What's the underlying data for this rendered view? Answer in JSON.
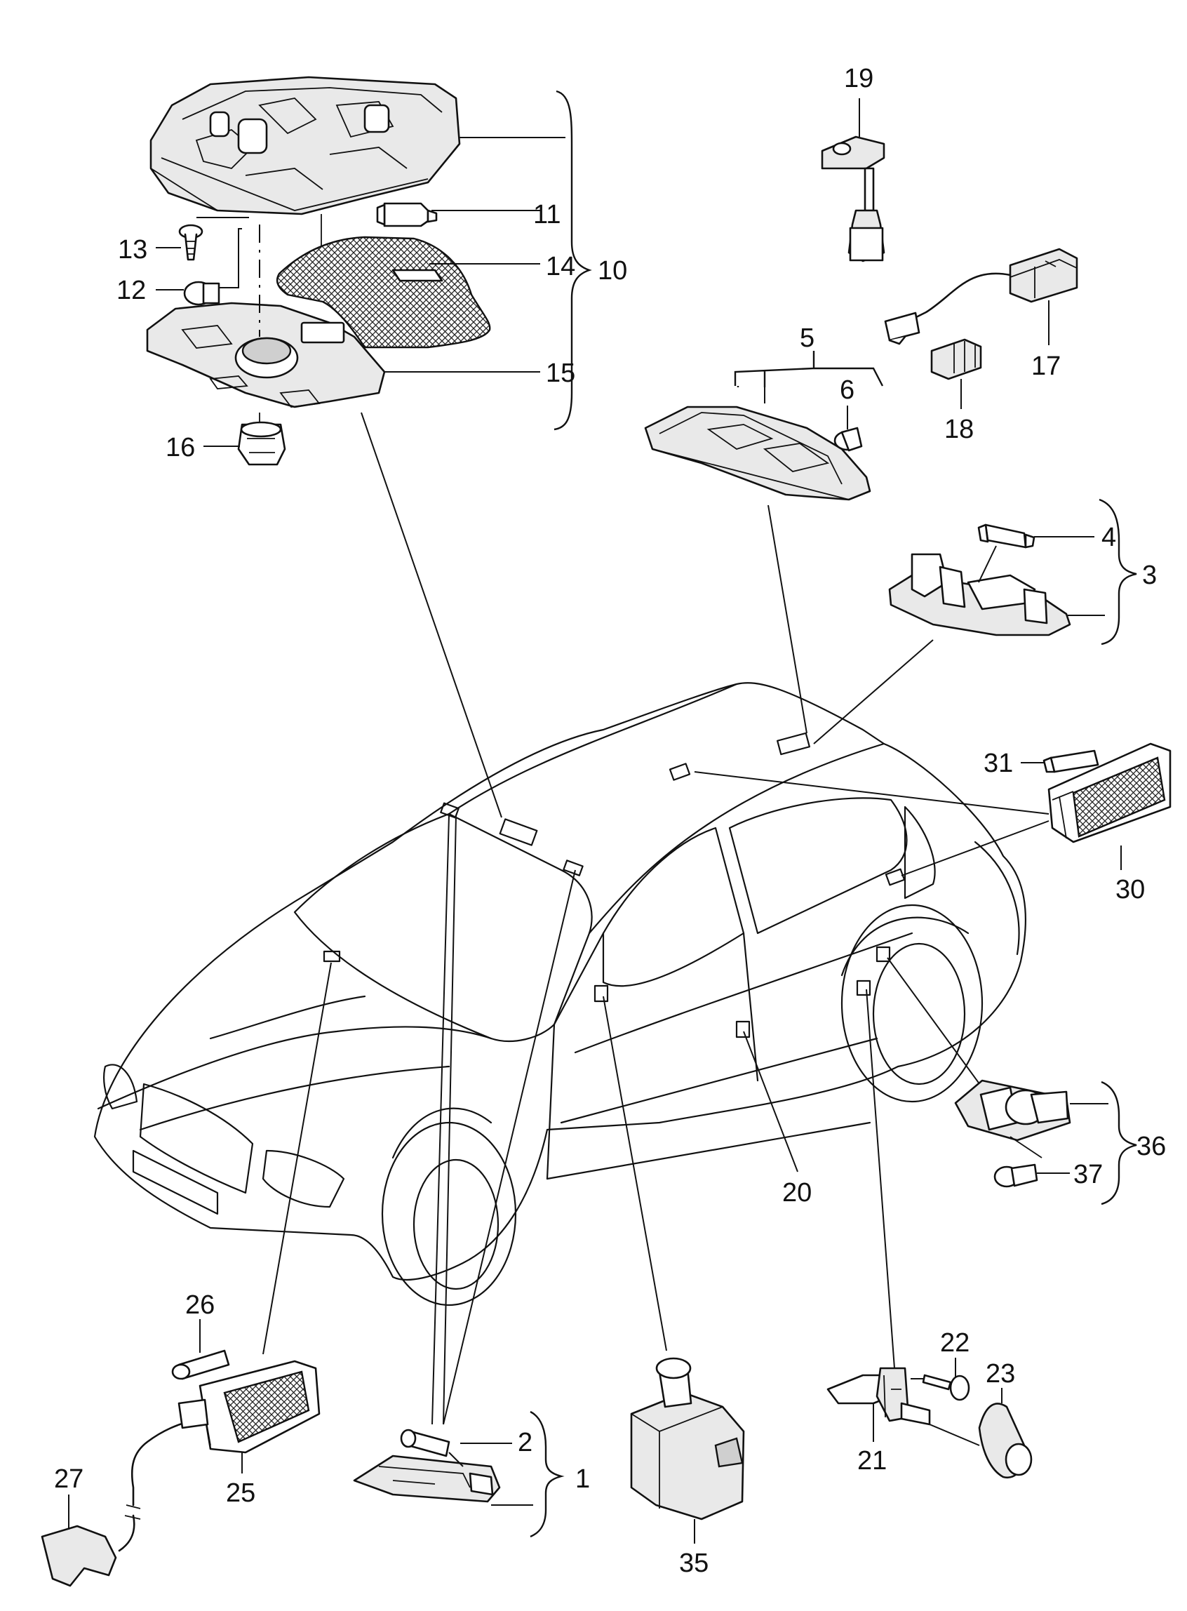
{
  "callouts": {
    "c1": "1",
    "c2": "2",
    "c3": "3",
    "c4": "4",
    "c5": "5",
    "c6": "6",
    "c10": "10",
    "c11": "11",
    "c12": "12",
    "c13": "13",
    "c14": "14",
    "c15": "15",
    "c16": "16",
    "c17": "17",
    "c18": "18",
    "c19": "19",
    "c20": "20",
    "c21": "21",
    "c22": "22",
    "c23": "23",
    "c25": "25",
    "c26": "26",
    "c27": "27",
    "c30": "30",
    "c31": "31",
    "c35": "35",
    "c36": "36",
    "c37": "37"
  }
}
